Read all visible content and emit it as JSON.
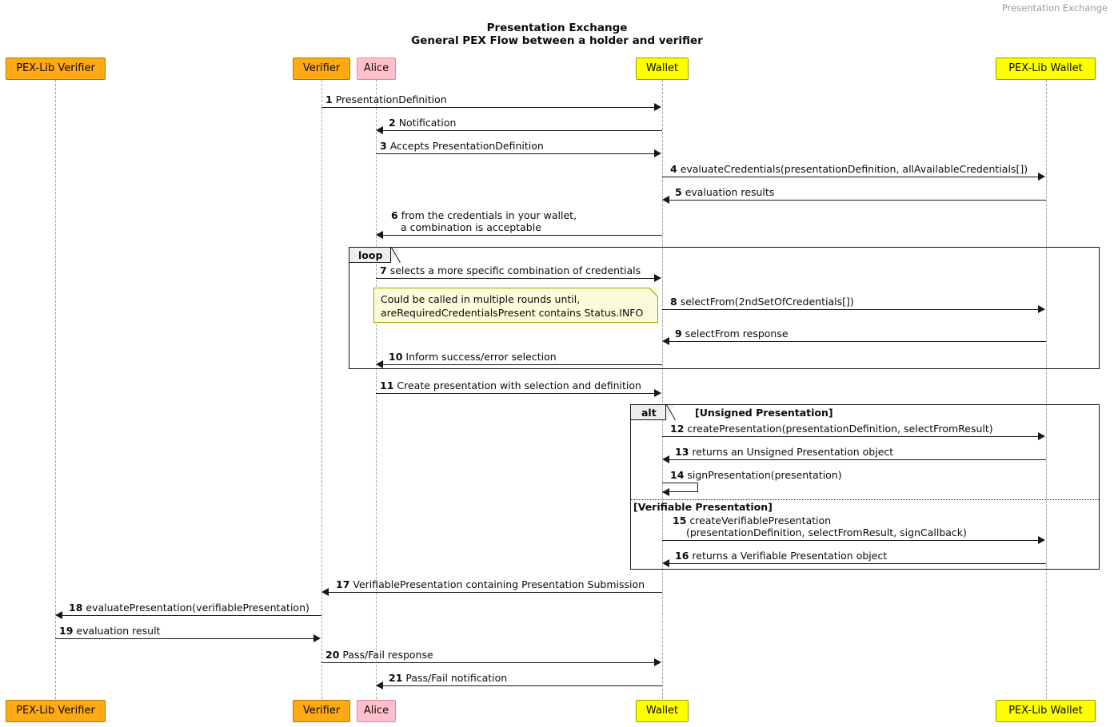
{
  "watermark": "Presentation Exchange",
  "title": {
    "line1": "Presentation Exchange",
    "line2": "General PEX Flow between a holder and verifier"
  },
  "participants": [
    {
      "id": "pexlibverifier",
      "label": "PEX-Lib Verifier",
      "color": "#FFA913"
    },
    {
      "id": "verifier",
      "label": "Verifier",
      "color": "#FFA913"
    },
    {
      "id": "alice",
      "label": "Alice",
      "color": "#FFC0CB"
    },
    {
      "id": "wallet",
      "label": "Wallet",
      "color": "#FFFF00"
    },
    {
      "id": "pexlibwallet",
      "label": "PEX-Lib Wallet",
      "color": "#FFFF00"
    }
  ],
  "messages": [
    {
      "num": "1",
      "text": "PresentationDefinition"
    },
    {
      "num": "2",
      "text": "Notification"
    },
    {
      "num": "3",
      "text": "Accepts PresentationDefinition"
    },
    {
      "num": "4",
      "text": "evaluateCredentials(presentationDefinition, allAvailableCredentials[])"
    },
    {
      "num": "5",
      "text": "evaluation results"
    },
    {
      "num": "6",
      "text": "from the credentials in your wallet,",
      "text2": "a combination is acceptable"
    },
    {
      "num": "7",
      "text": "selects a more specific combination of credentials"
    },
    {
      "num": "8",
      "text": "selectFrom(2ndSetOfCredentials[])"
    },
    {
      "num": "9",
      "text": "selectFrom response"
    },
    {
      "num": "10",
      "text": "Inform success/error selection"
    },
    {
      "num": "11",
      "text": "Create presentation with selection and definition"
    },
    {
      "num": "12",
      "text": "createPresentation(presentationDefinition, selectFromResult)"
    },
    {
      "num": "13",
      "text": "returns an Unsigned Presentation object"
    },
    {
      "num": "14",
      "text": "signPresentation(presentation)"
    },
    {
      "num": "15",
      "text": "createVerifiablePresentation",
      "text2": "(presentationDefinition, selectFromResult, signCallback)"
    },
    {
      "num": "16",
      "text": "returns a Verifiable Presentation object"
    },
    {
      "num": "17",
      "text": "VerifiablePresentation containing Presentation Submission"
    },
    {
      "num": "18",
      "text": "evaluatePresentation(verifiablePresentation)"
    },
    {
      "num": "19",
      "text": "evaluation result"
    },
    {
      "num": "20",
      "text": "Pass/Fail response"
    },
    {
      "num": "21",
      "text": "Pass/Fail notification"
    }
  ],
  "fragments": [
    {
      "id": "loop",
      "label": "loop",
      "condition": ""
    },
    {
      "id": "alt",
      "label": "alt",
      "condition": "[Unsigned Presentation]",
      "condition2": "[Verifiable Presentation]"
    }
  ],
  "notes": [
    {
      "id": "note-1",
      "line1": "Could be called in multiple rounds until,",
      "line2": "areRequiredCredentialsPresent contains Status.INFO"
    }
  ]
}
